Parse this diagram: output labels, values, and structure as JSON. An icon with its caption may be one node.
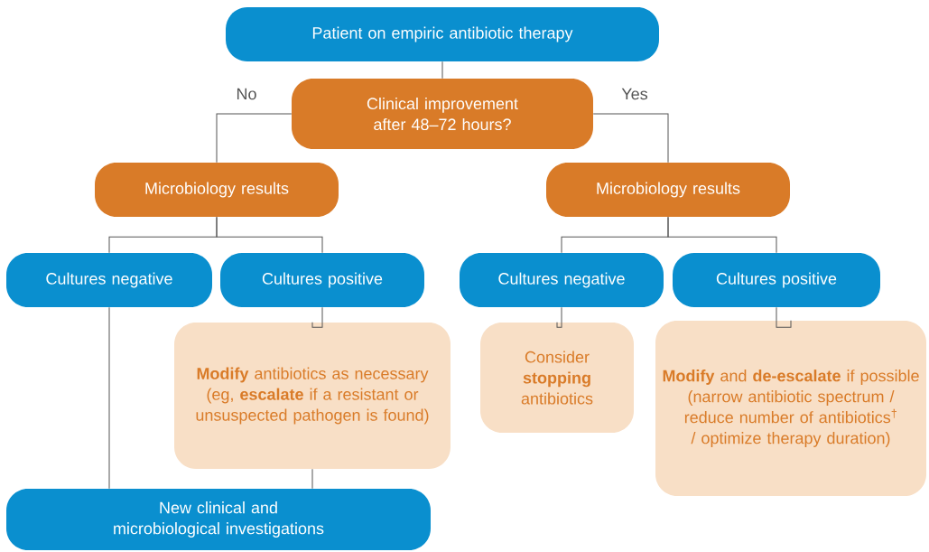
{
  "diagram": {
    "nodes": [
      {
        "text": [
          "Patient on empiric antibiotic therapy"
        ]
      },
      {
        "text": [
          "Clinical improvement after 48–72 hours?"
        ]
      },
      {
        "text": [
          "Microbiology results"
        ]
      },
      {
        "text": [
          "Microbiology results"
        ]
      },
      {
        "text": [
          "Cultures negative"
        ]
      },
      {
        "text": [
          "Cultures positive"
        ]
      },
      {
        "text": [
          "Cultures negative"
        ]
      },
      {
        "text": [
          "Cultures positive"
        ]
      },
      {
        "text": [
          "**Modify** antibiotics as necessary (eg, **escalate** if a resistant or unsuspected pathogen is found)"
        ]
      },
      {
        "text": [
          "Consider **stopping** antibiotics"
        ]
      },
      {
        "text": [
          "**Modify** and **de-escalate** if possible (narrow antibiotic spectrum / reduce number of antibiotics$^{†}$ / optimize therapy duration)"
        ]
      },
      {
        "text": [
          "New clinical and microbiological investigations"
        ]
      }
    ],
    "edges": [
      {
        "from": 0,
        "to": 1,
        "arrow": "none"
      },
      {
        "from": 1,
        "to": 2,
        "arrow": "none",
        "label": "No"
      },
      {
        "from": 1,
        "to": 3,
        "arrow": "none",
        "label": "Yes"
      },
      {
        "from": 2,
        "to": 4,
        "arrow": "none"
      },
      {
        "from": 2,
        "to": 5,
        "arrow": "none"
      },
      {
        "from": 3,
        "to": 6,
        "arrow": "none"
      },
      {
        "from": 3,
        "to": 7,
        "arrow": "none"
      },
      {
        "from": 5,
        "to": 8,
        "arrow": "none"
      },
      {
        "from": 6,
        "to": 9,
        "arrow": "none"
      },
      {
        "from": 7,
        "to": 10,
        "arrow": "none"
      },
      {
        "from": 4,
        "to": 11,
        "arrow": "none"
      },
      {
        "from": 8,
        "to": 11,
        "arrow": "none"
      }
    ]
  }
}
